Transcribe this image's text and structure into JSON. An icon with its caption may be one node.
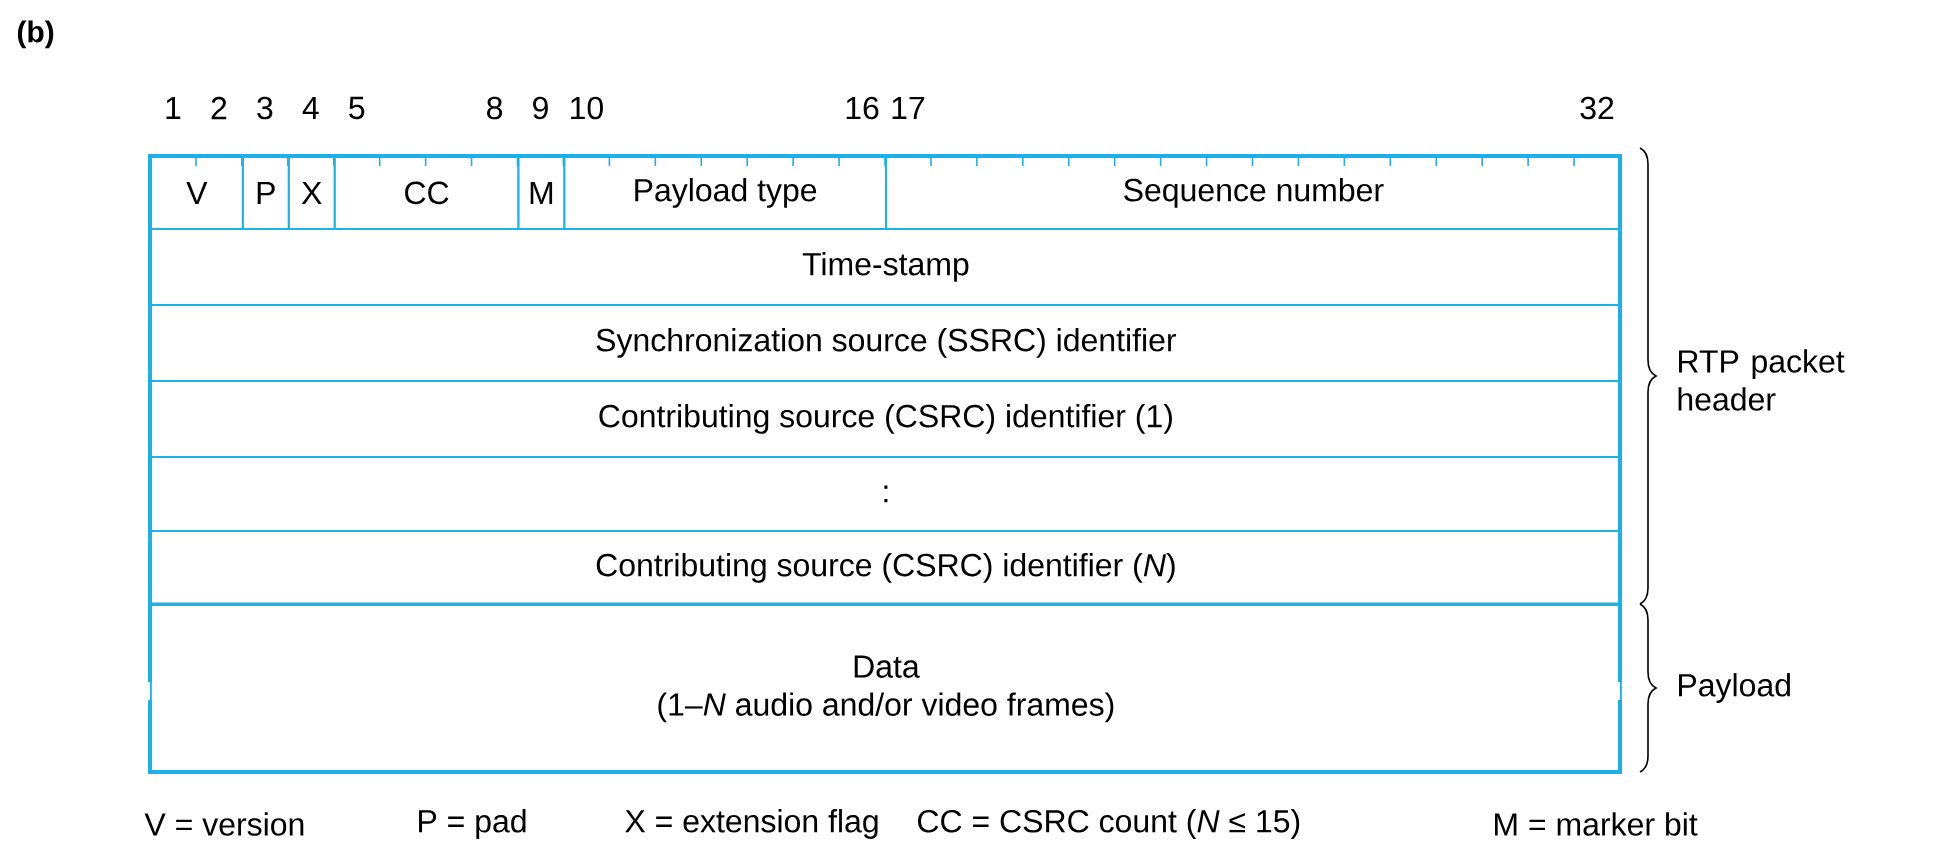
{
  "diagram": {
    "nodes": [
      {
        "text": [
          "V"
        ]
      },
      {
        "text": [
          "P"
        ]
      },
      {
        "text": [
          "X"
        ]
      },
      {
        "text": [
          "CC"
        ]
      },
      {
        "text": [
          "M"
        ]
      },
      {
        "text": [
          "Payload type"
        ]
      },
      {
        "text": [
          "Sequence number"
        ]
      },
      {
        "text": [
          "Time-stamp"
        ]
      },
      {
        "text": [
          "Synchronization source (SSRC) identifier"
        ]
      },
      {
        "text": [
          "Contributing source (CSRC) identifier (1)"
        ]
      },
      {
        "text": [
          ":"
        ]
      },
      {
        "text": [
          "Contributing source (CSRC) identifier (*N*)"
        ]
      },
      {
        "text": [
          "Data",
          "(1–*N* audio and/or video frames)"
        ]
      }
    ],
    "labels": [
      "(b)",
      "1",
      "2",
      "3",
      "4",
      "5",
      "8",
      "9",
      "10",
      "16",
      "17",
      "32",
      "RTP packet header",
      "Payload",
      "V = version",
      "P = pad",
      "X = extension flag",
      "CC = CSRC count (*N* ≤ 15)",
      "M = marker bit"
    ]
  }
}
